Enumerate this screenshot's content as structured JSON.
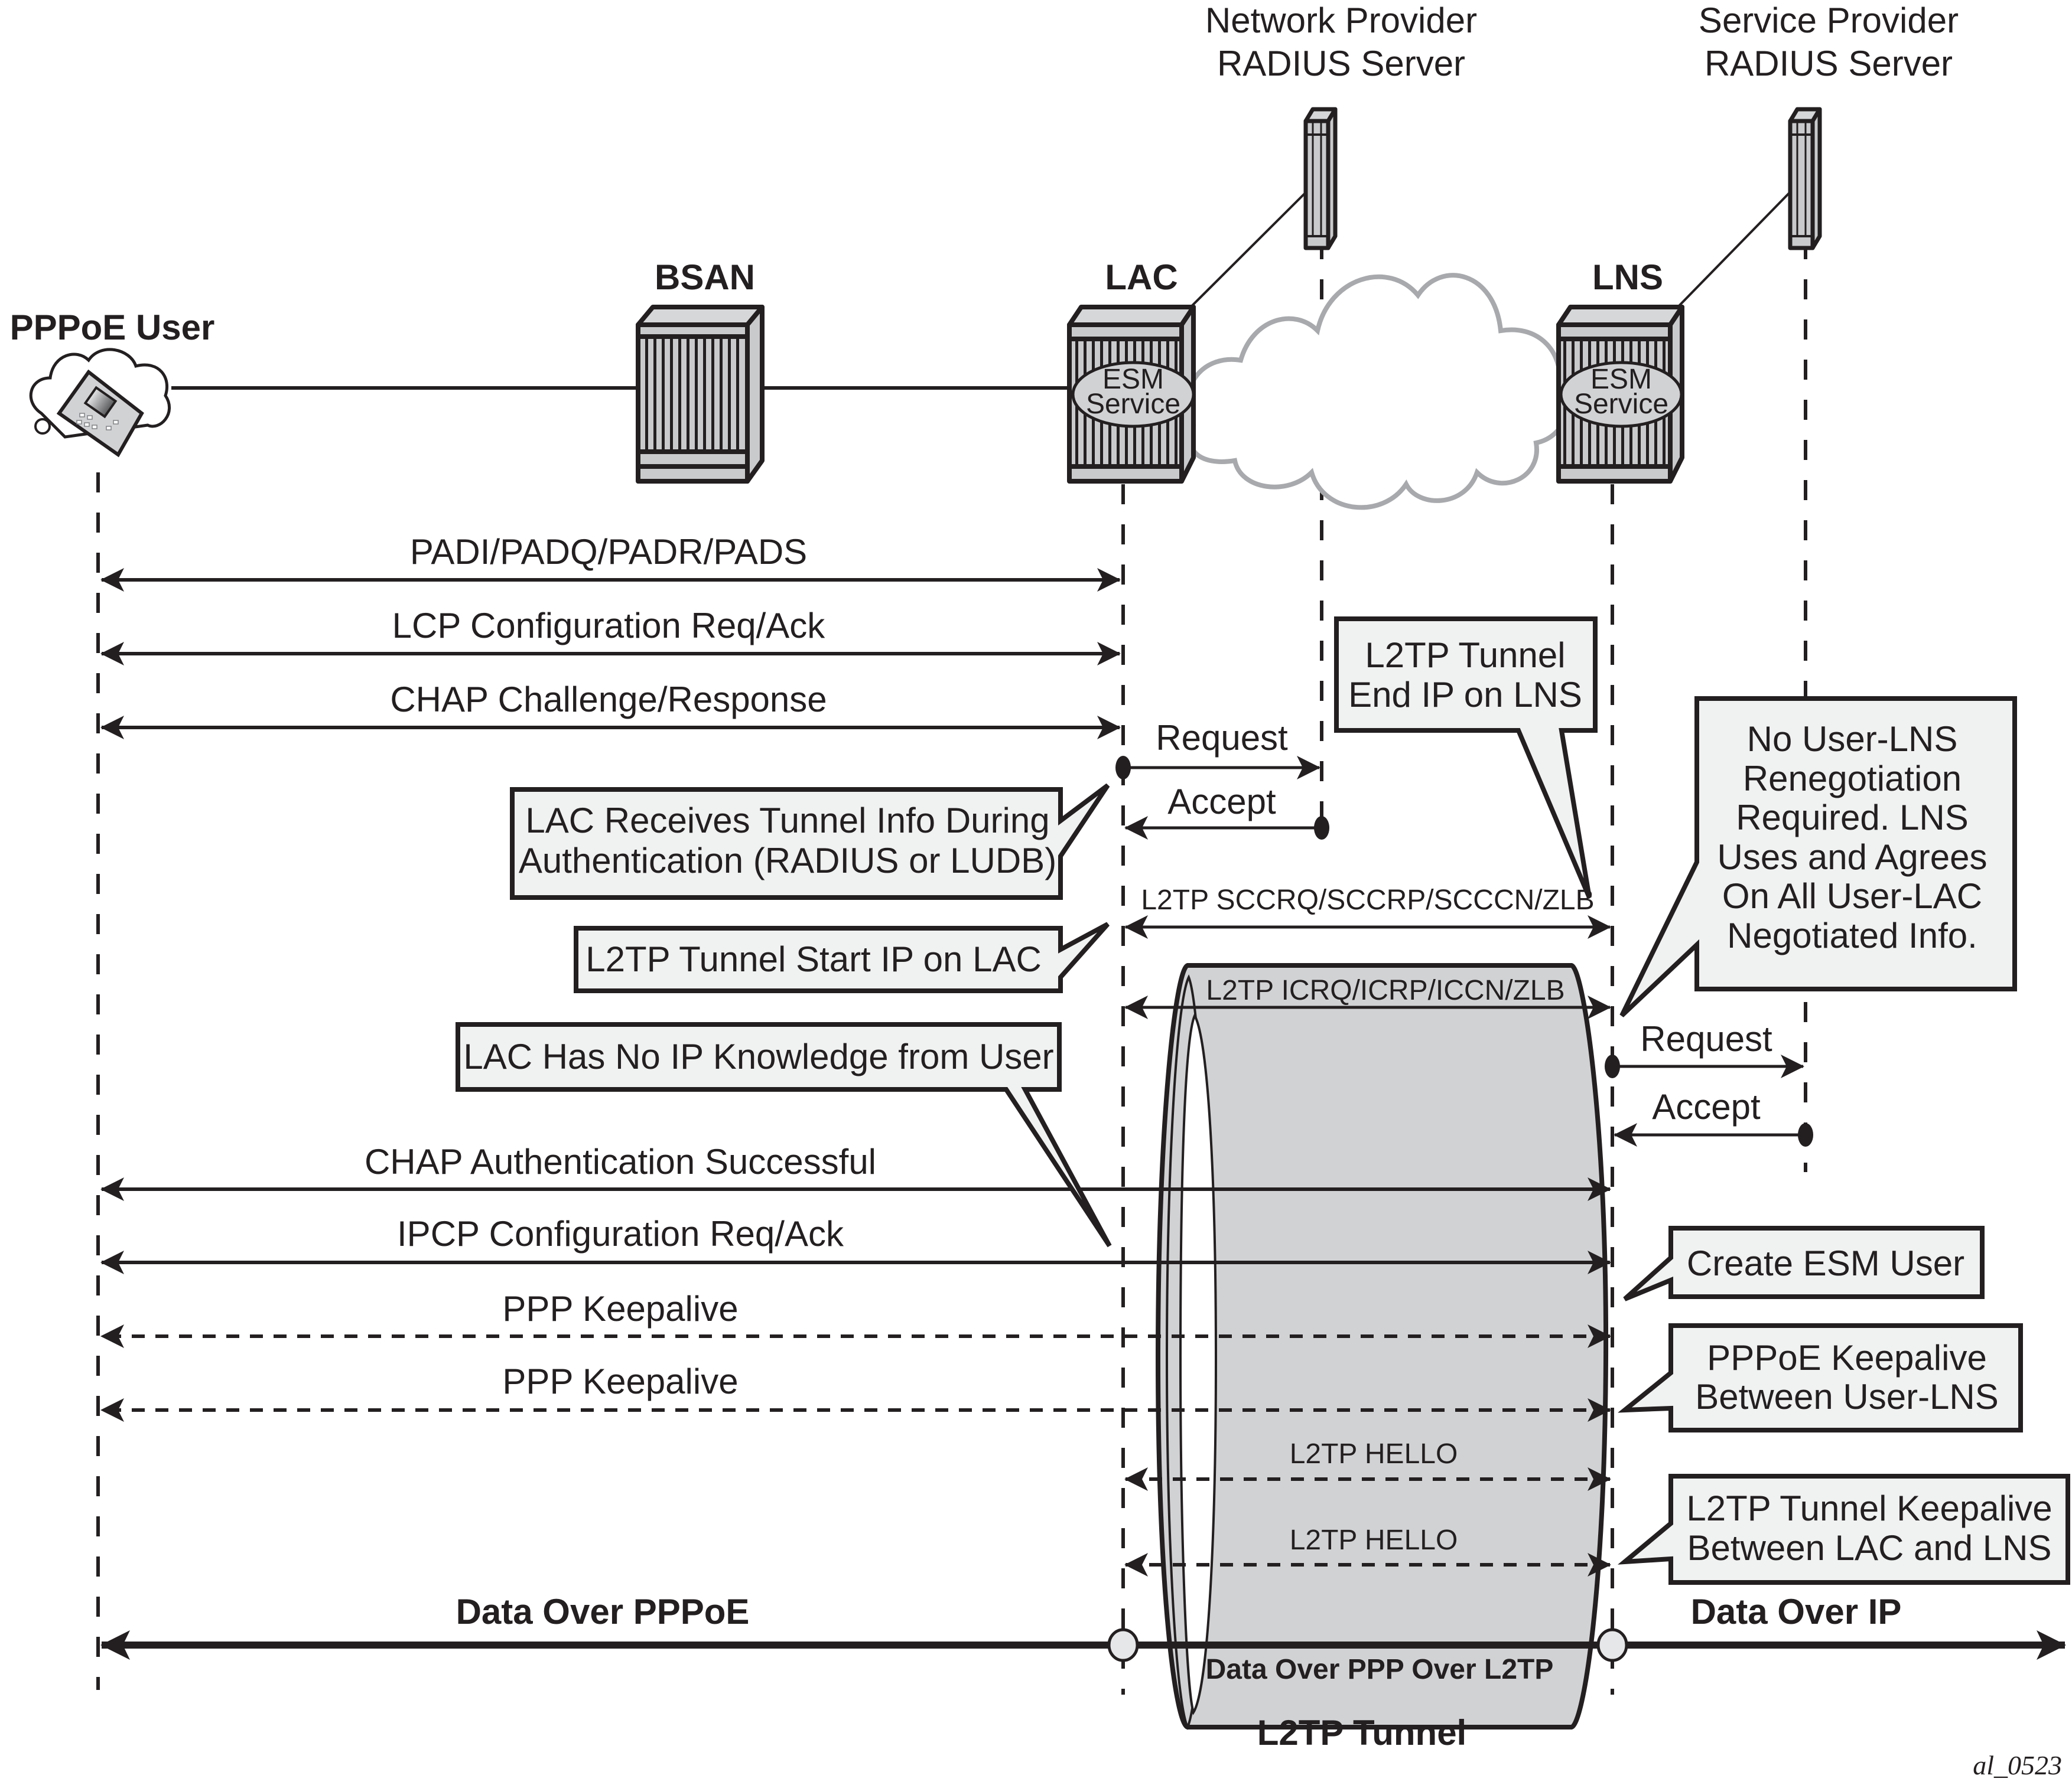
{
  "diagram": {
    "title": "PPPoE LAC/LNS L2TP Session Setup",
    "figure_id": "al_0523",
    "colors": {
      "ink": "#231f20",
      "device_fill": "#c9cacc",
      "device_light": "#d6d7d9",
      "callout_fill": "#f0f1f1",
      "tunnel_fill": "#d1d2d4",
      "cloud_stroke": "#a7a9ac"
    }
  },
  "nodes": {
    "user": {
      "label": "PPPoE User"
    },
    "bsan": {
      "label": "BSAN"
    },
    "lac": {
      "label": "LAC",
      "badge_line1": "ESM",
      "badge_line2": "Service"
    },
    "lns": {
      "label": "LNS",
      "badge_line1": "ESM",
      "badge_line2": "Service"
    },
    "np_radius": {
      "label_line1": "Network Provider",
      "label_line2": "RADIUS Server"
    },
    "sp_radius": {
      "label_line1": "Service Provider",
      "label_line2": "RADIUS Server"
    }
  },
  "messages": [
    {
      "id": "padi",
      "label": "PADI/PADQ/PADR/PADS"
    },
    {
      "id": "lcp",
      "label": "LCP Configuration Req/Ack"
    },
    {
      "id": "chap",
      "label": "CHAP Challenge/Response"
    },
    {
      "id": "np_request",
      "label": "Request"
    },
    {
      "id": "np_accept",
      "label": "Accept"
    },
    {
      "id": "sccrq",
      "label": "L2TP SCCRQ/SCCRP/SCCCN/ZLB"
    },
    {
      "id": "icrq",
      "label": "L2TP ICRQ/ICRP/ICCN/ZLB"
    },
    {
      "id": "sp_request",
      "label": "Request"
    },
    {
      "id": "sp_accept",
      "label": "Accept"
    },
    {
      "id": "chap_ok",
      "label": "CHAP Authentication Successful"
    },
    {
      "id": "ipcp",
      "label": "IPCP Configuration Req/Ack"
    },
    {
      "id": "ppp_ka1",
      "label": "PPP Keepalive"
    },
    {
      "id": "ppp_ka2",
      "label": "PPP Keepalive"
    },
    {
      "id": "hello1",
      "label": "L2TP HELLO"
    },
    {
      "id": "hello2",
      "label": "L2TP HELLO"
    },
    {
      "id": "data_pppoe",
      "label": "Data Over PPPoE"
    },
    {
      "id": "data_l2tp",
      "label": "Data Over PPP Over L2TP"
    },
    {
      "id": "data_ip",
      "label": "Data Over IP"
    }
  ],
  "callouts": {
    "tunnel_end": {
      "lines": [
        "L2TP Tunnel",
        "End IP on LNS"
      ]
    },
    "lac_receives": {
      "lines": [
        "LAC Receives Tunnel Info During",
        "Authentication (RADIUS or LUDB)"
      ]
    },
    "tunnel_start": {
      "lines": [
        "L2TP Tunnel Start IP on LAC"
      ]
    },
    "no_renegotiation": {
      "lines": [
        "No User-LNS",
        "Renegotiation",
        "Required. LNS",
        "Uses and Agrees",
        "On All User-LAC",
        "Negotiated Info."
      ]
    },
    "no_ip": {
      "lines": [
        "LAC Has No IP Knowledge from User"
      ]
    },
    "create_esm": {
      "lines": [
        "Create ESM User"
      ]
    },
    "pppoe_ka": {
      "lines": [
        "PPPoE Keepalive",
        "Between User-LNS"
      ]
    },
    "tunnel_ka": {
      "lines": [
        "L2TP Tunnel Keepalive",
        "Between LAC and LNS"
      ]
    }
  },
  "tunnel": {
    "label": "L2TP Tunnel"
  }
}
